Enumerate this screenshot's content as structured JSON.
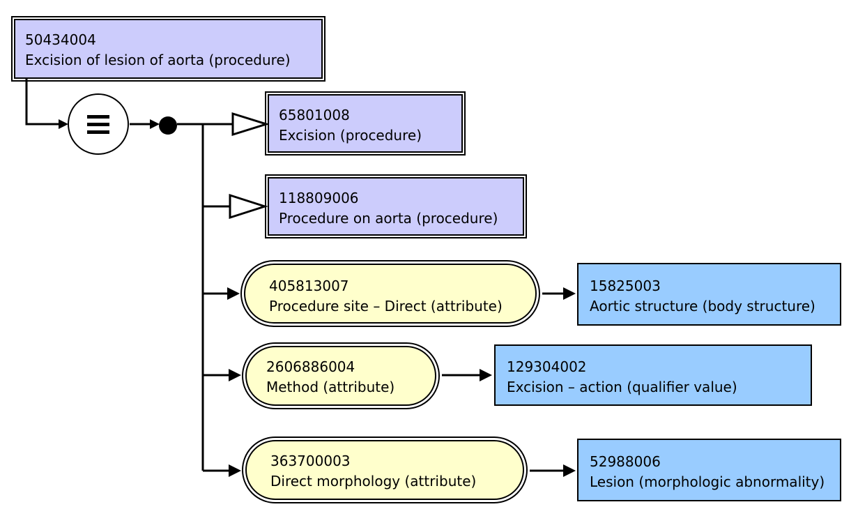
{
  "diagram": {
    "focus": {
      "id": "50434004",
      "label": "Excision of lesion of aorta (procedure)"
    },
    "parents": [
      {
        "id": "65801008",
        "label": "Excision (procedure)"
      },
      {
        "id": "118809006",
        "label": "Procedure on aorta (procedure)"
      }
    ],
    "relationships": [
      {
        "attribute": {
          "id": "405813007",
          "label": "Procedure site – Direct (attribute)"
        },
        "value": {
          "id": "15825003",
          "label": "Aortic structure (body structure)"
        }
      },
      {
        "attribute": {
          "id": "2606886004",
          "label": "Method (attribute)"
        },
        "value": {
          "id": "129304002",
          "label": "Excision – action (qualifier value)"
        }
      },
      {
        "attribute": {
          "id": "363700003",
          "label": "Direct morphology (attribute)"
        },
        "value": {
          "id": "52988006",
          "label": "Lesion (morphologic abnormality)"
        }
      }
    ],
    "symbols": {
      "definition_status": "equivalent-to-icon",
      "conjunction": "conjunction-dot-icon",
      "is_a": "is-a-arrow-icon"
    },
    "colors": {
      "defined_concept": "#ccccfc",
      "attribute": "#ffffcc",
      "primitive_concept": "#99ccff",
      "line": "#000000"
    }
  }
}
